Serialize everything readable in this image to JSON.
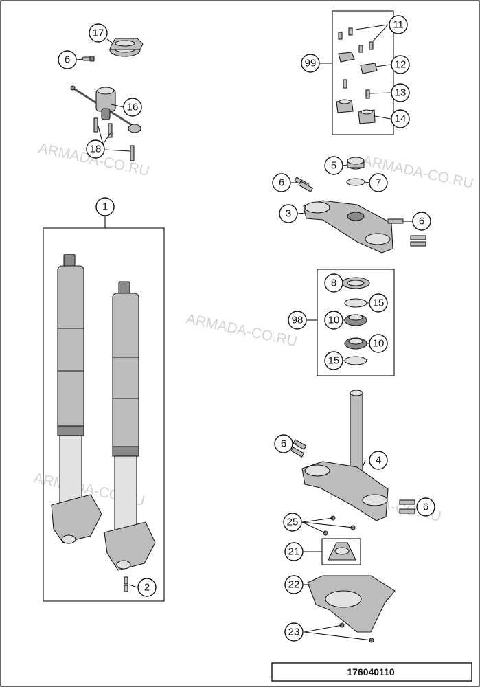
{
  "watermark": "ARMADA-CO.RU",
  "diagram_code": "176040110",
  "callouts": [
    "1",
    "2",
    "3",
    "4",
    "5",
    "6",
    "7",
    "8",
    "10",
    "11",
    "12",
    "13",
    "14",
    "15",
    "16",
    "17",
    "18",
    "21",
    "22",
    "23",
    "25",
    "98",
    "99"
  ]
}
